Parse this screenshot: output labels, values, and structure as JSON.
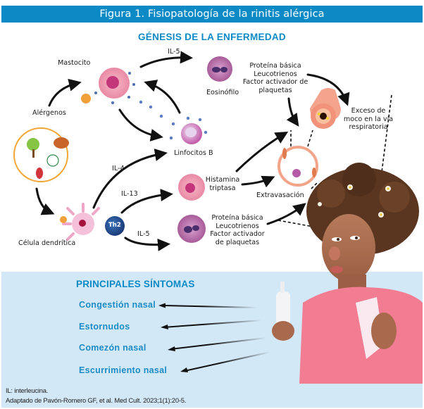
{
  "figure": {
    "title": "Figura 1. Fisiopatología de la rinitis alérgica",
    "accent_color": "#0b8ac6",
    "panel_color": "#d3e8f7"
  },
  "genesis": {
    "heading": "GÉNESIS DE LA ENFERMEDAD",
    "nodes": {
      "mastocito": "Mastocito",
      "alergenos": "Alérgenos",
      "eosinofilo": "Eosinófilo",
      "linfocitos_b": "Linfocitos B",
      "celula_dendritica": "Célula dendrítica",
      "th2": "Th2",
      "extravasacion": "Extravasación",
      "exceso_moco": [
        "Exceso de",
        "moco en la vía",
        "respiratoria"
      ]
    },
    "mediators_top": [
      "Proteína básica",
      "Leucotrienos",
      "Factor activador de",
      "plaquetas"
    ],
    "mediators_mast": [
      "Histamina",
      "triptasa"
    ],
    "mediators_eos": [
      "Proteína básica",
      "Leucotrienos",
      "Factor activador",
      "de plaquetas"
    ],
    "interleukins": {
      "mast_to_eos": "IL-5",
      "th2_to_b": "IL-4",
      "th2_to_mast": "IL-13",
      "th2_to_eos": "IL-5"
    }
  },
  "symptoms": {
    "heading": "PRINCIPALES SÍNTOMAS",
    "items": [
      "Congestión nasal",
      "Estornudos",
      "Comezón nasal",
      "Escurrimiento nasal"
    ]
  },
  "footnotes": {
    "abbreviation": "IL: interleucina.",
    "source": "Adaptado de Pavón-Romero GF, et al. Med Cult. 2023;1(1):20-5."
  }
}
